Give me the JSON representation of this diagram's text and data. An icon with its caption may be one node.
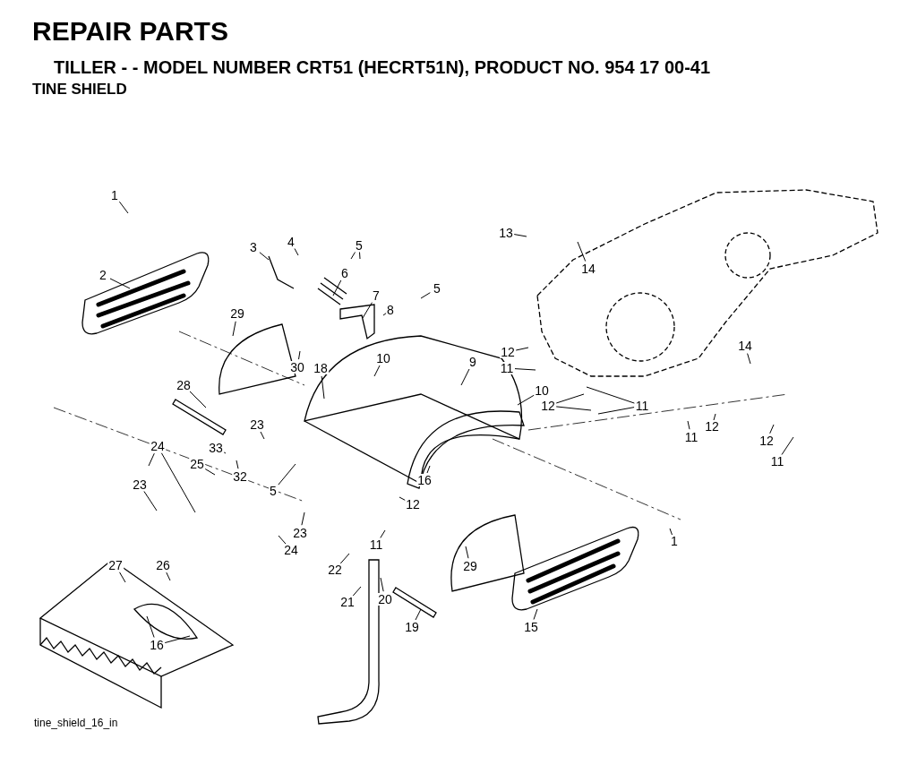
{
  "diagram": {
    "title": "REPAIR PARTS",
    "nodes": [
      {
        "text": [
          "1"
        ]
      },
      {
        "text": [
          "13"
        ]
      },
      {
        "text": [
          "2"
        ]
      },
      {
        "text": [
          "3"
        ]
      },
      {
        "text": [
          "4"
        ]
      },
      {
        "text": [
          "5"
        ]
      },
      {
        "text": [
          "14"
        ]
      },
      {
        "text": [
          "6"
        ]
      },
      {
        "text": [
          "5"
        ]
      },
      {
        "text": [
          "7"
        ]
      },
      {
        "text": [
          "8"
        ]
      },
      {
        "text": [
          "29"
        ]
      },
      {
        "text": [
          "12"
        ]
      },
      {
        "text": [
          "14"
        ]
      },
      {
        "text": [
          "11"
        ]
      },
      {
        "text": [
          "30"
        ]
      },
      {
        "text": [
          "18"
        ]
      },
      {
        "text": [
          "10"
        ]
      },
      {
        "text": [
          "9"
        ]
      },
      {
        "text": [
          "12"
        ]
      },
      {
        "text": [
          "11"
        ]
      },
      {
        "text": [
          "10"
        ]
      },
      {
        "text": [
          "28"
        ]
      },
      {
        "text": [
          "11"
        ]
      },
      {
        "text": [
          "12"
        ]
      },
      {
        "text": [
          "12"
        ]
      },
      {
        "text": [
          "11"
        ]
      },
      {
        "text": [
          "23"
        ]
      },
      {
        "text": [
          "24"
        ]
      },
      {
        "text": [
          "33"
        ]
      },
      {
        "text": [
          "25"
        ]
      },
      {
        "text": [
          "32"
        ]
      },
      {
        "text": [
          "5"
        ]
      },
      {
        "text": [
          "23"
        ]
      },
      {
        "text": [
          "16"
        ]
      },
      {
        "text": [
          "12"
        ]
      },
      {
        "text": [
          "23"
        ]
      },
      {
        "text": [
          "11"
        ]
      },
      {
        "text": [
          "24"
        ]
      },
      {
        "text": [
          "1"
        ]
      },
      {
        "text": [
          "29"
        ]
      },
      {
        "text": [
          "22"
        ]
      },
      {
        "text": [
          "27"
        ]
      },
      {
        "text": [
          "26"
        ]
      },
      {
        "text": [
          "20"
        ]
      },
      {
        "text": [
          "21"
        ]
      },
      {
        "text": [
          "19"
        ]
      },
      {
        "text": [
          "15"
        ]
      },
      {
        "text": [
          "16"
        ]
      }
    ],
    "edges": [
      {
        "from": 0,
        "to": null,
        "arrow": "none"
      },
      {
        "from": 1,
        "to": null,
        "arrow": "none"
      },
      {
        "from": 2,
        "to": null,
        "arrow": "none"
      },
      {
        "from": 3,
        "to": null,
        "arrow": "none"
      },
      {
        "from": 4,
        "to": null,
        "arrow": "none"
      },
      {
        "from": 5,
        "to": null,
        "arrow": "none"
      },
      {
        "from": 5,
        "to": null,
        "arrow": "none"
      },
      {
        "from": 6,
        "to": null,
        "arrow": "none"
      },
      {
        "from": 7,
        "to": null,
        "arrow": "none"
      },
      {
        "from": 8,
        "to": null,
        "arrow": "none"
      },
      {
        "from": 9,
        "to": null,
        "arrow": "none"
      },
      {
        "from": 10,
        "to": null,
        "arrow": "none"
      },
      {
        "from": 11,
        "to": null,
        "arrow": "none"
      },
      {
        "from": 12,
        "to": null,
        "arrow": "none"
      },
      {
        "from": 13,
        "to": null,
        "arrow": "none"
      },
      {
        "from": 14,
        "to": null,
        "arrow": "none"
      },
      {
        "from": 15,
        "to": null,
        "arrow": "none"
      },
      {
        "from": 16,
        "to": null,
        "arrow": "none"
      },
      {
        "from": 17,
        "to": null,
        "arrow": "none"
      },
      {
        "from": 18,
        "to": null,
        "arrow": "none"
      },
      {
        "from": 19,
        "to": null,
        "arrow": "none"
      },
      {
        "from": 19,
        "to": null,
        "arrow": "none"
      },
      {
        "from": 20,
        "to": null,
        "arrow": "none"
      },
      {
        "from": 20,
        "to": null,
        "arrow": "none"
      },
      {
        "from": 21,
        "to": null,
        "arrow": "none"
      },
      {
        "from": 22,
        "to": null,
        "arrow": "none"
      },
      {
        "from": 23,
        "to": null,
        "arrow": "none"
      },
      {
        "from": 24,
        "to": null,
        "arrow": "none"
      },
      {
        "from": 25,
        "to": null,
        "arrow": "none"
      },
      {
        "from": 26,
        "to": null,
        "arrow": "none"
      },
      {
        "from": 27,
        "to": null,
        "arrow": "none"
      },
      {
        "from": 28,
        "to": null,
        "arrow": "none"
      },
      {
        "from": 28,
        "to": null,
        "arrow": "none"
      },
      {
        "from": 29,
        "to": null,
        "arrow": "none"
      },
      {
        "from": 30,
        "to": null,
        "arrow": "none"
      },
      {
        "from": 31,
        "to": null,
        "arrow": "none"
      },
      {
        "from": 32,
        "to": null,
        "arrow": "none"
      },
      {
        "from": 33,
        "to": null,
        "arrow": "none"
      },
      {
        "from": 34,
        "to": null,
        "arrow": "none"
      },
      {
        "from": 35,
        "to": null,
        "arrow": "none"
      },
      {
        "from": 36,
        "to": null,
        "arrow": "none"
      },
      {
        "from": 37,
        "to": null,
        "arrow": "none"
      },
      {
        "from": 38,
        "to": null,
        "arrow": "none"
      },
      {
        "from": 39,
        "to": null,
        "arrow": "none"
      },
      {
        "from": 40,
        "to": null,
        "arrow": "none"
      },
      {
        "from": 41,
        "to": null,
        "arrow": "none"
      },
      {
        "from": 42,
        "to": null,
        "arrow": "none"
      },
      {
        "from": 43,
        "to": null,
        "arrow": "none"
      },
      {
        "from": 44,
        "to": null,
        "arrow": "none"
      },
      {
        "from": 45,
        "to": null,
        "arrow": "none"
      },
      {
        "from": 46,
        "to": null,
        "arrow": "none"
      },
      {
        "from": 47,
        "to": null,
        "arrow": "none"
      },
      {
        "from": 48,
        "to": null,
        "arrow": "none"
      },
      {
        "from": 48,
        "to": null,
        "arrow": "none"
      }
    ],
    "labels": [
      "TILLER - - MODEL NUMBER CRT51 (HECRT51N), PRODUCT NO. 954 17 00-41",
      "TINE SHIELD",
      "tine_shield_16_in"
    ]
  }
}
